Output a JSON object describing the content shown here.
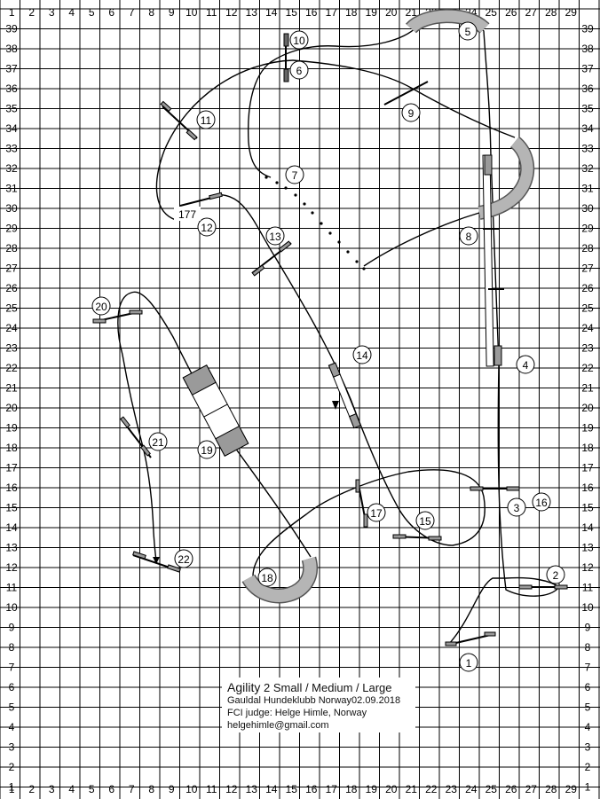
{
  "grid": {
    "x_labels": [
      "1",
      "2",
      "3",
      "4",
      "5",
      "6",
      "7",
      "8",
      "9",
      "10",
      "11",
      "12",
      "13",
      "14",
      "15",
      "16",
      "17",
      "18",
      "19",
      "20",
      "21",
      "22",
      "23",
      "24",
      "25",
      "26",
      "27",
      "28",
      "29"
    ],
    "y_labels": [
      "39",
      "38",
      "37",
      "36",
      "35",
      "34",
      "33",
      "32",
      "31",
      "30",
      "29",
      "28",
      "27",
      "26",
      "25",
      "24",
      "23",
      "22",
      "21",
      "20",
      "19",
      "18",
      "17",
      "16",
      "15",
      "14",
      "13",
      "12",
      "11",
      "10",
      "9",
      "8",
      "7",
      "6",
      "5",
      "4",
      "3",
      "2",
      "1"
    ]
  },
  "obstacle_numbers": [
    "1",
    "2",
    "3",
    "4",
    "5",
    "6",
    "7",
    "8",
    "9",
    "10",
    "11",
    "12",
    "13",
    "14",
    "15",
    "16",
    "17",
    "18",
    "19",
    "20",
    "21",
    "22"
  ],
  "extra_label": "177",
  "info": {
    "title_main": "Agility",
    "title_classes": "2 Small / Medium / Large",
    "club_date": "Gauldal Hundeklubb Norway02.09.2018",
    "judge": "FCI judge: Helge Himle, Norway",
    "email": "helgehimle@gmail.com"
  },
  "colors": {
    "grid_line": "#000000",
    "tunnel_fill": "#b5b5b5",
    "contact_zone": "#9a9a9a",
    "path": "#000000"
  }
}
